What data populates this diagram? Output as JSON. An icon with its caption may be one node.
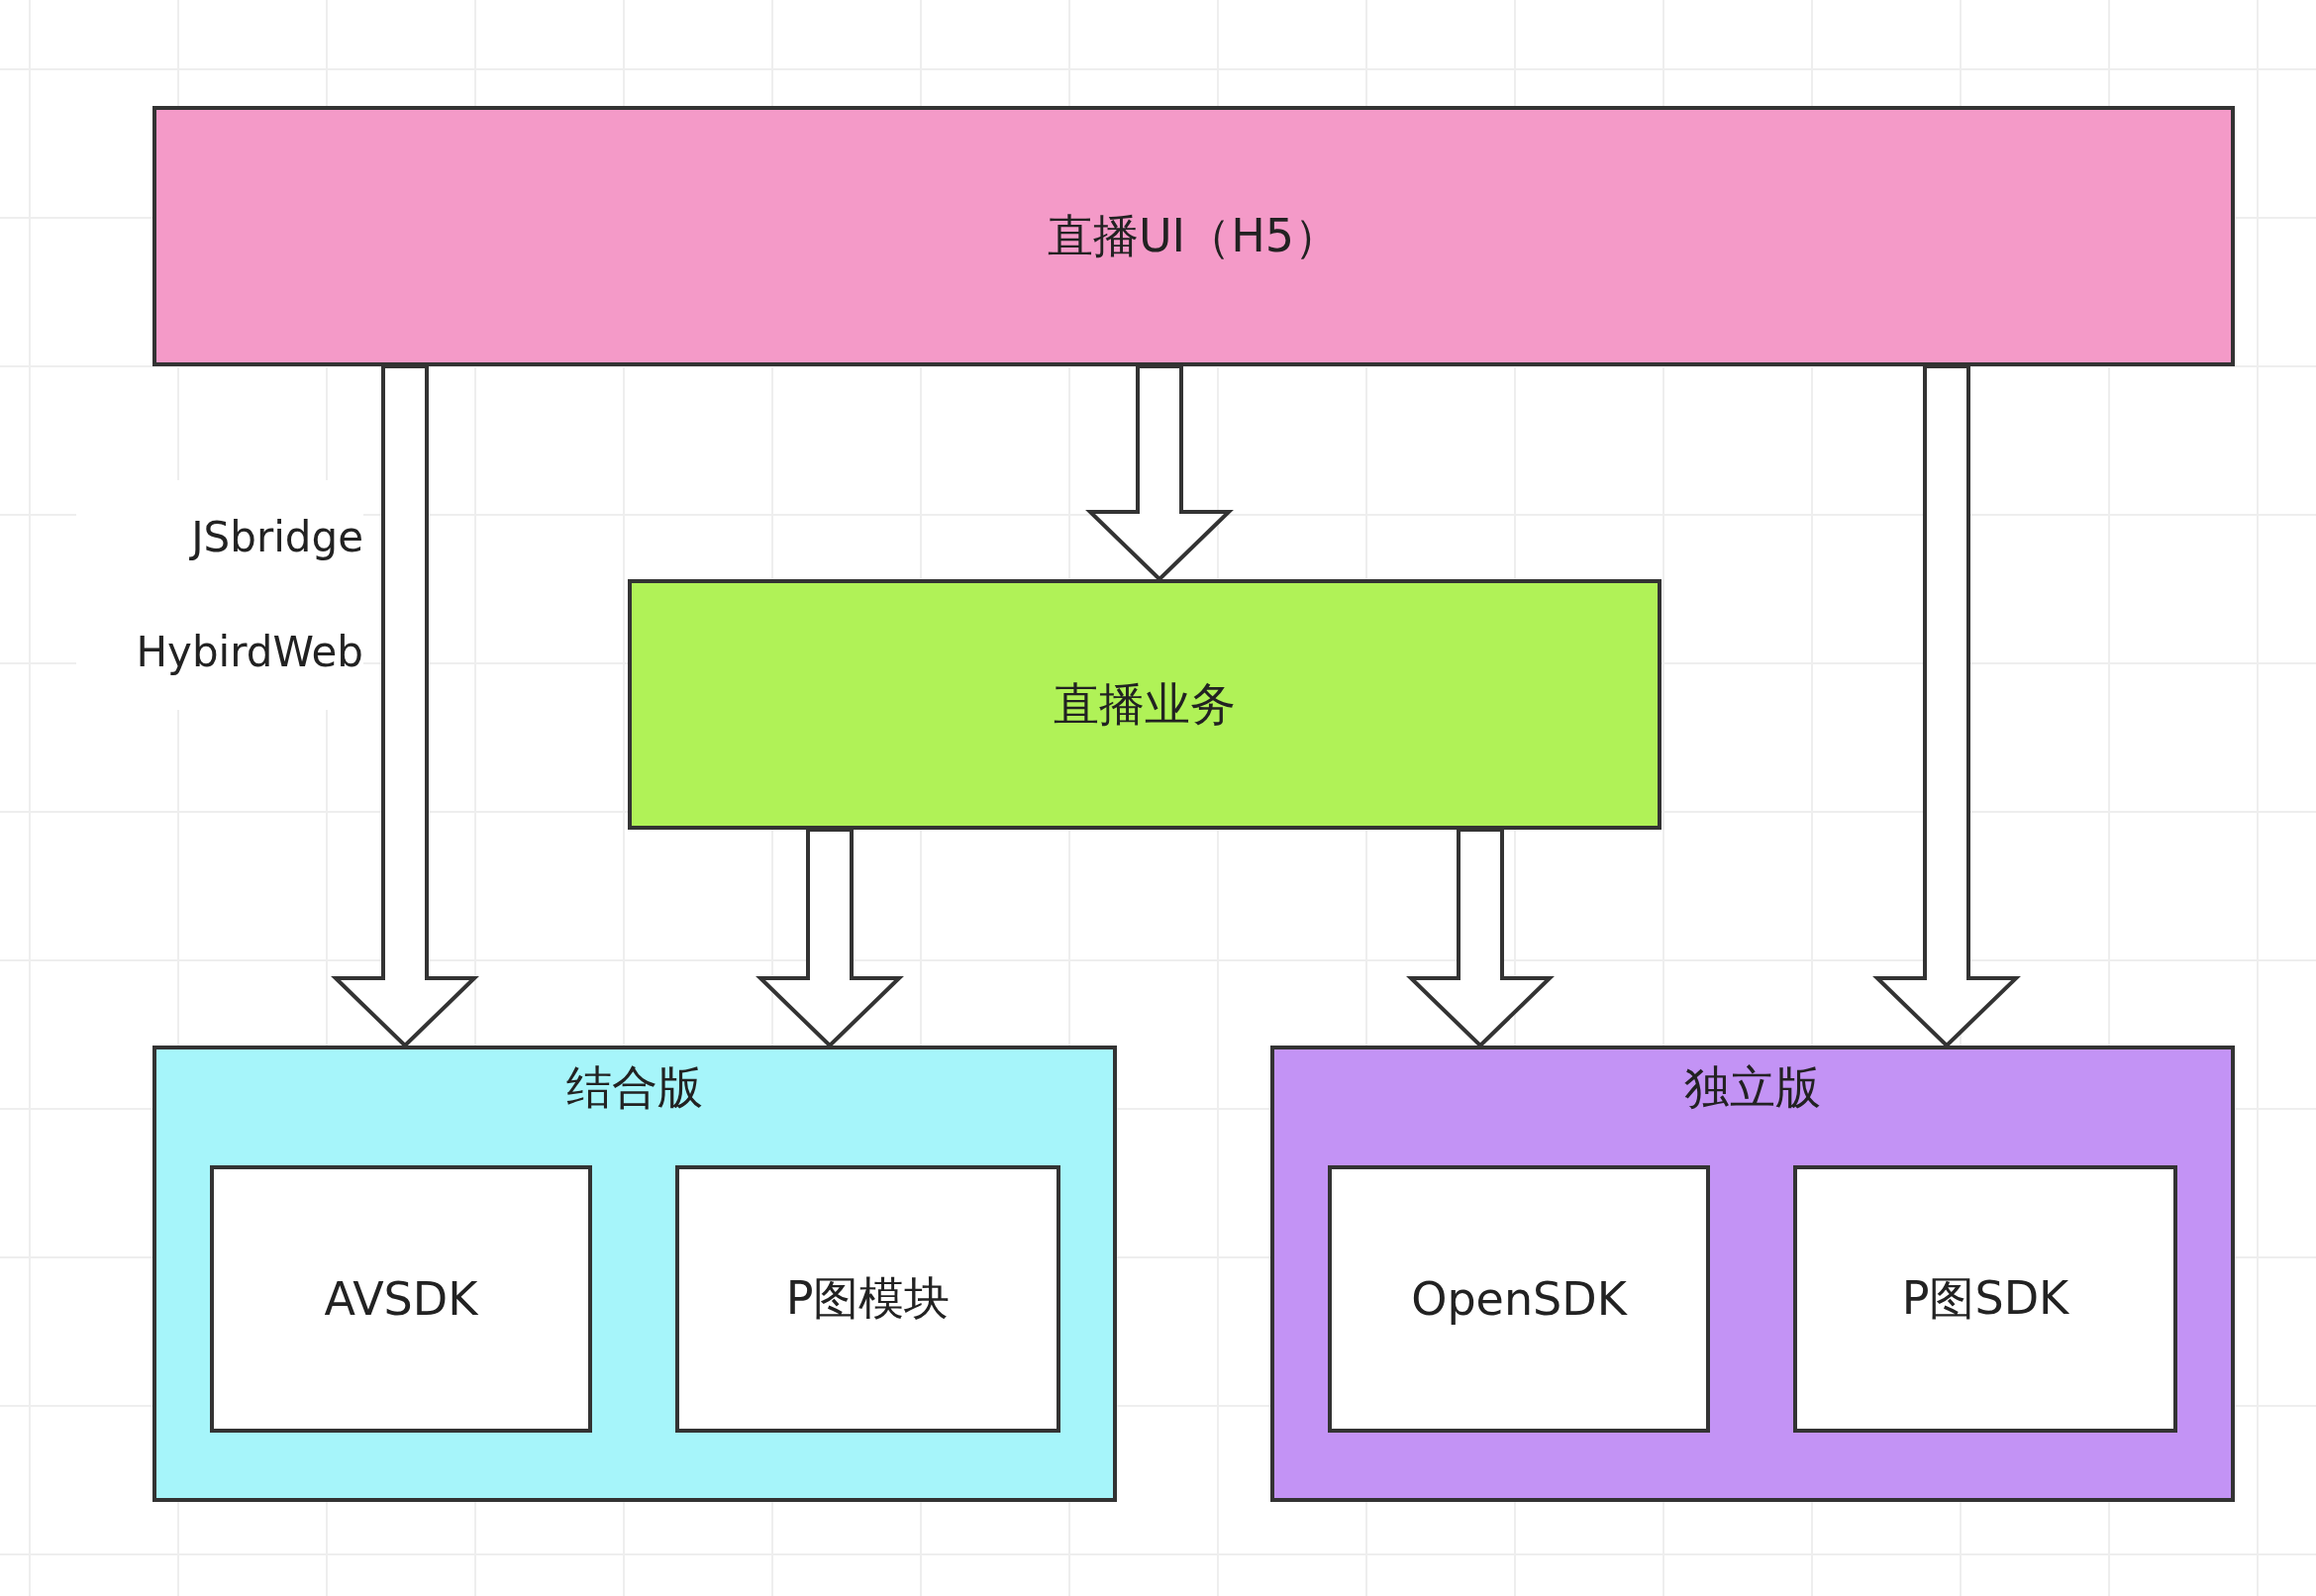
{
  "diagram": {
    "nodes": [
      {
        "text": [
          "直播UI（H5）"
        ]
      },
      {
        "text": [
          "直播业务"
        ]
      },
      {
        "text": [
          "结合版"
        ]
      },
      {
        "text": [
          "AVSDK"
        ],
        "in": 2
      },
      {
        "text": [
          "P图模块"
        ],
        "in": 2
      },
      {
        "text": [
          "独立版"
        ]
      },
      {
        "text": [
          "OpenSDK"
        ],
        "in": 5
      },
      {
        "text": [
          "P图SDK"
        ],
        "in": 5
      }
    ],
    "edges": [
      {
        "from": 0,
        "to": 2,
        "arrow": "to",
        "label": "JSbridge HybirdWeb"
      },
      {
        "from": 0,
        "to": 1,
        "arrow": "to"
      },
      {
        "from": 0,
        "to": 5,
        "arrow": "to"
      },
      {
        "from": 1,
        "to": 2,
        "arrow": "to"
      },
      {
        "from": 1,
        "to": 5,
        "arrow": "to"
      }
    ]
  }
}
